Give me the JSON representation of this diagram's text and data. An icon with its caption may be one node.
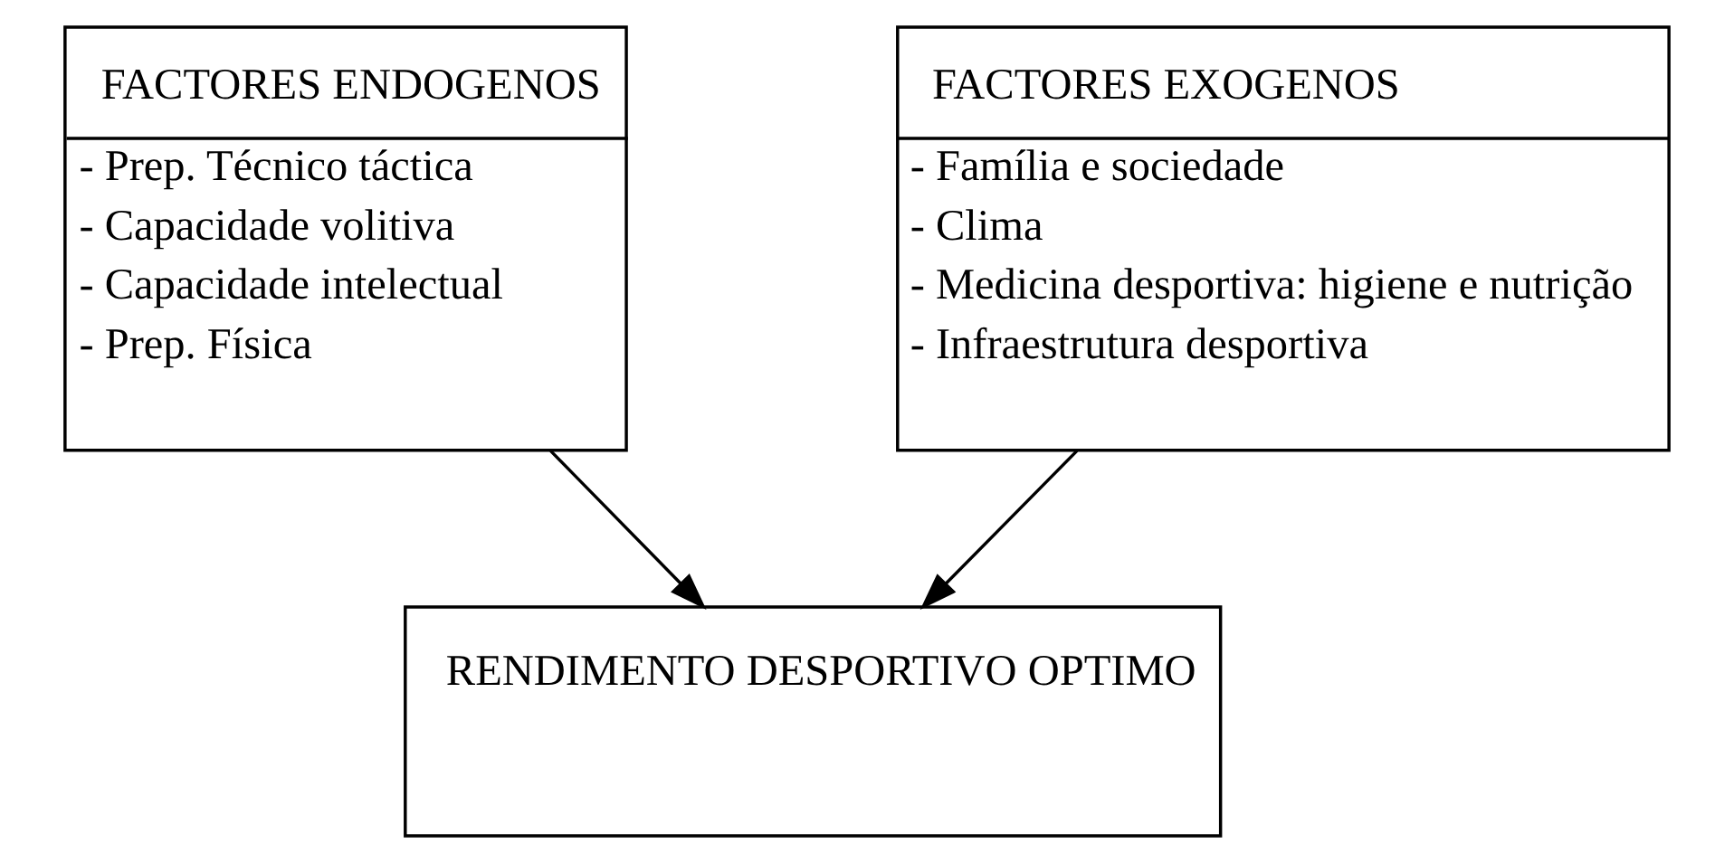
{
  "diagram": {
    "nodes": [
      {
        "text": [
          "FACTORES ENDOGENOS",
          "- Prep. Técnico táctica",
          "- Capacidade volitiva",
          "- Capacidade intelectual",
          "- Prep. Física"
        ]
      },
      {
        "text": [
          "FACTORES EXOGENOS",
          "- Família e sociedade",
          "- Clima",
          "- Medicina desportiva: higiene e nutrição",
          "- Infraestrutura desportiva"
        ]
      },
      {
        "text": [
          "RENDIMENTO DESPORTIVO OPTIMO"
        ]
      }
    ],
    "edges": [
      {
        "from": 0,
        "to": 2,
        "arrow": "to"
      },
      {
        "from": 1,
        "to": 2,
        "arrow": "to"
      }
    ]
  }
}
